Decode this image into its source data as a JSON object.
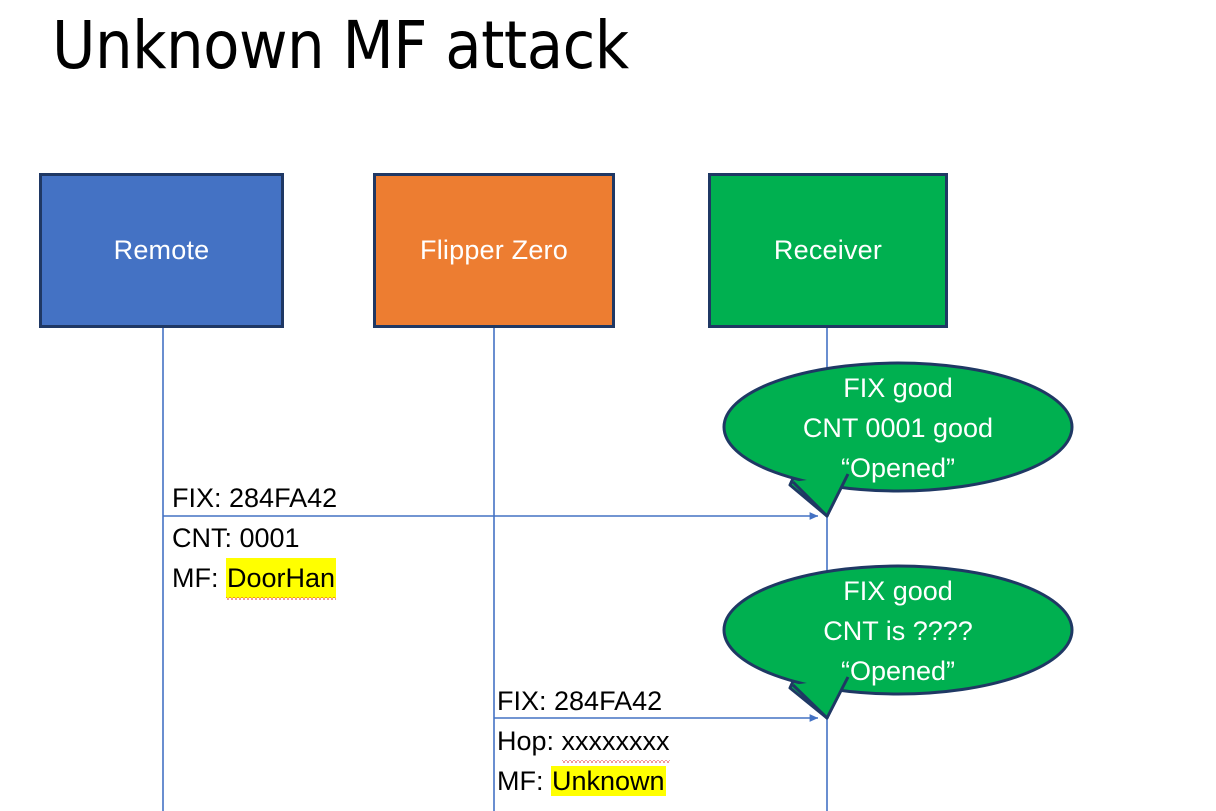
{
  "slide": {
    "title": "Unknown MF attack",
    "background_color": "#FFFFFF"
  },
  "colors": {
    "remote_fill": "#4472C4",
    "flipper_fill": "#ED7D31",
    "receiver_fill": "#00B050",
    "box_border": "#1F3864",
    "lifeline": "#4472C4",
    "arrow": "#4472C4",
    "bubble_fill": "#00B050",
    "bubble_border": "#1F3864",
    "highlight": "#FFFF00",
    "spellcheck_underline": "#E03131",
    "text_dark": "#000000",
    "text_light": "#FFFFFF"
  },
  "actors": [
    {
      "id": "remote",
      "label": "Remote"
    },
    {
      "id": "flipper",
      "label": "Flipper Zero"
    },
    {
      "id": "receiver",
      "label": "Receiver"
    }
  ],
  "messages": [
    {
      "id": "message-1",
      "from": "remote",
      "to": "receiver",
      "lines": [
        {
          "prefix": "FIX: ",
          "value": "284FA42",
          "highlighted": false,
          "spellcheck_flag": false
        },
        {
          "prefix": "CNT: ",
          "value": "0001",
          "highlighted": false,
          "spellcheck_flag": false
        },
        {
          "prefix": "MF: ",
          "value": "DoorHan",
          "highlighted": true,
          "spellcheck_flag": true
        }
      ]
    },
    {
      "id": "message-2",
      "from": "flipper",
      "to": "receiver",
      "lines": [
        {
          "prefix": "FIX: ",
          "value": "284FA42",
          "highlighted": false,
          "spellcheck_flag": false
        },
        {
          "prefix": "Hop: ",
          "value": "xxxxxxxx",
          "highlighted": false,
          "spellcheck_flag": true
        },
        {
          "prefix": "MF: ",
          "value": "Unknown",
          "highlighted": true,
          "spellcheck_flag": false
        }
      ]
    }
  ],
  "callouts": [
    {
      "id": "callout-1",
      "attached_to": "message-1",
      "lines": [
        "FIX good",
        "CNT 0001 good",
        "“Opened”"
      ]
    },
    {
      "id": "callout-2",
      "attached_to": "message-2",
      "lines": [
        "FIX good",
        "CNT is ????",
        "“Opened”"
      ]
    }
  ]
}
